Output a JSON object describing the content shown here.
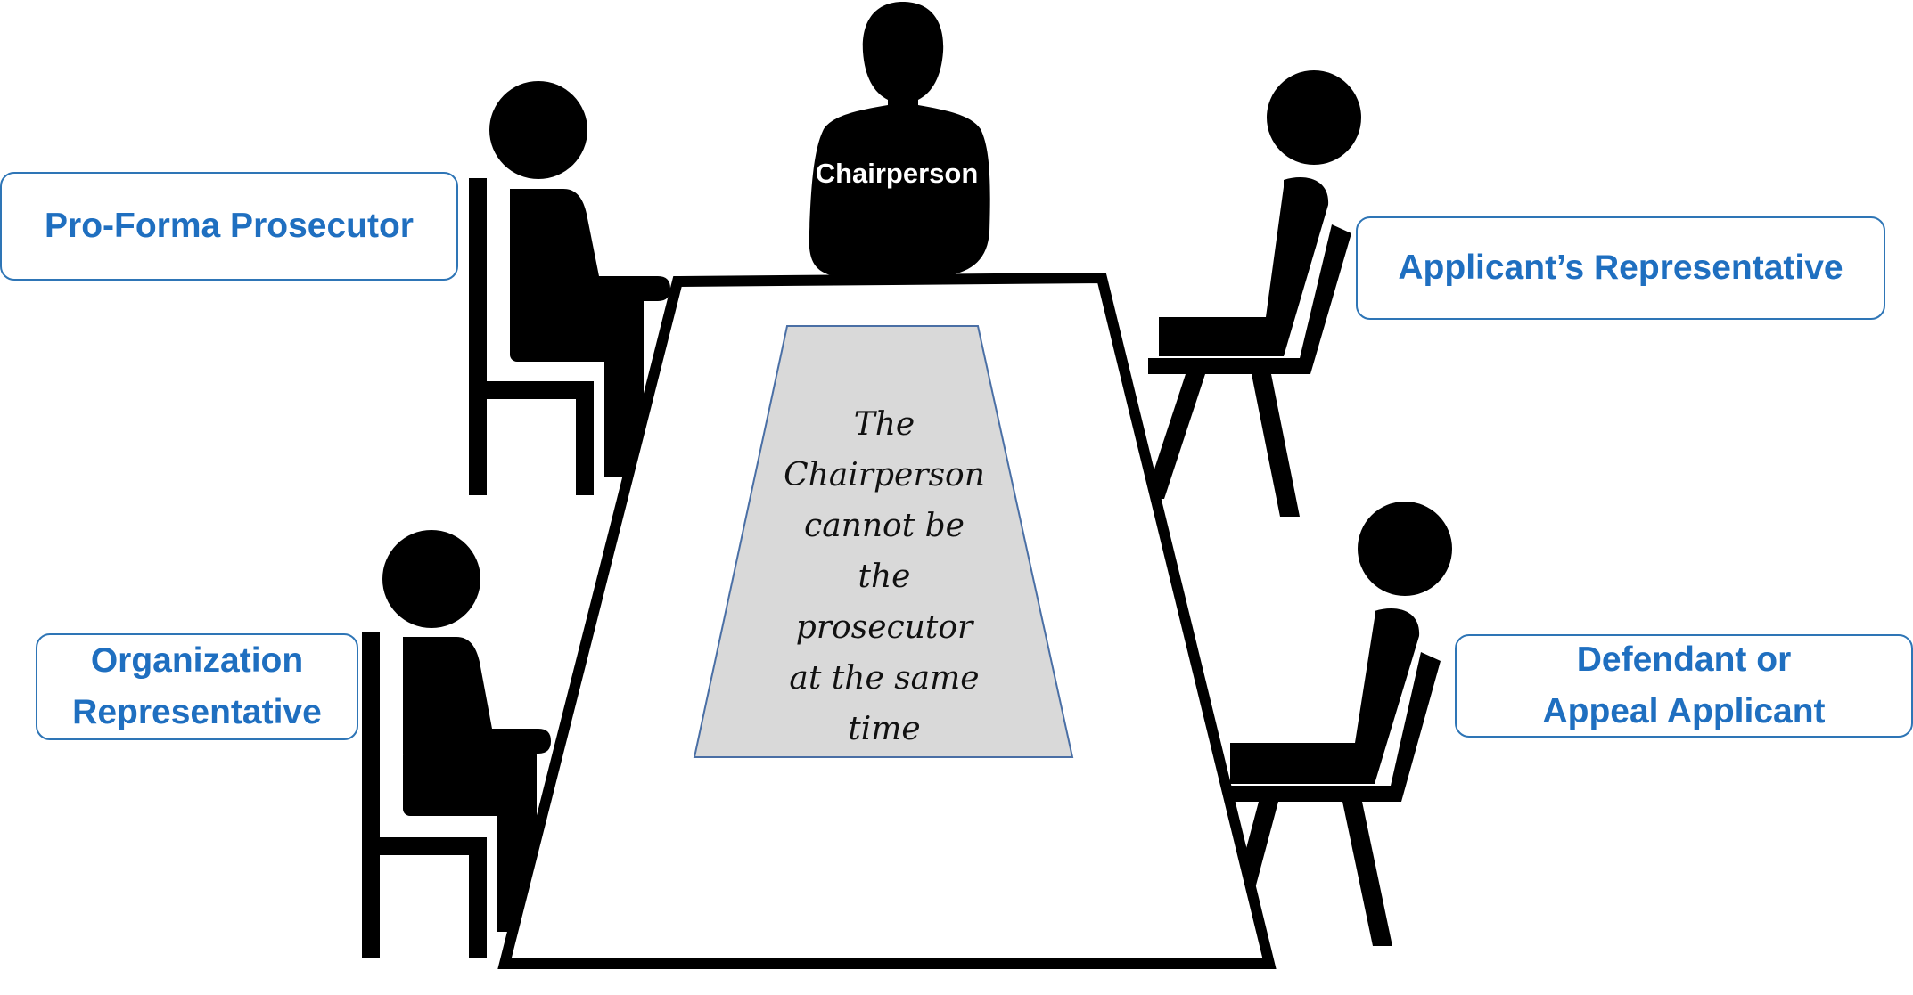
{
  "roles": {
    "chairperson": "Chairperson",
    "prosecutor": "Pro-Forma Prosecutor",
    "applicant_rep": "Applicant’s Representative",
    "org_rep": {
      "line1": "Organization",
      "line2": "Representative"
    },
    "defendant": {
      "line1": "Defendant or",
      "line2": "Appeal Applicant"
    }
  },
  "table_note": "The\nChairperson\ncannot be\nthe\nprosecutor\nat the same\ntime",
  "colors": {
    "label_blue": "#1f6fc0",
    "box_border": "#2e75b6",
    "silhouette": "#000000",
    "note_fill": "#d9d9d9"
  }
}
